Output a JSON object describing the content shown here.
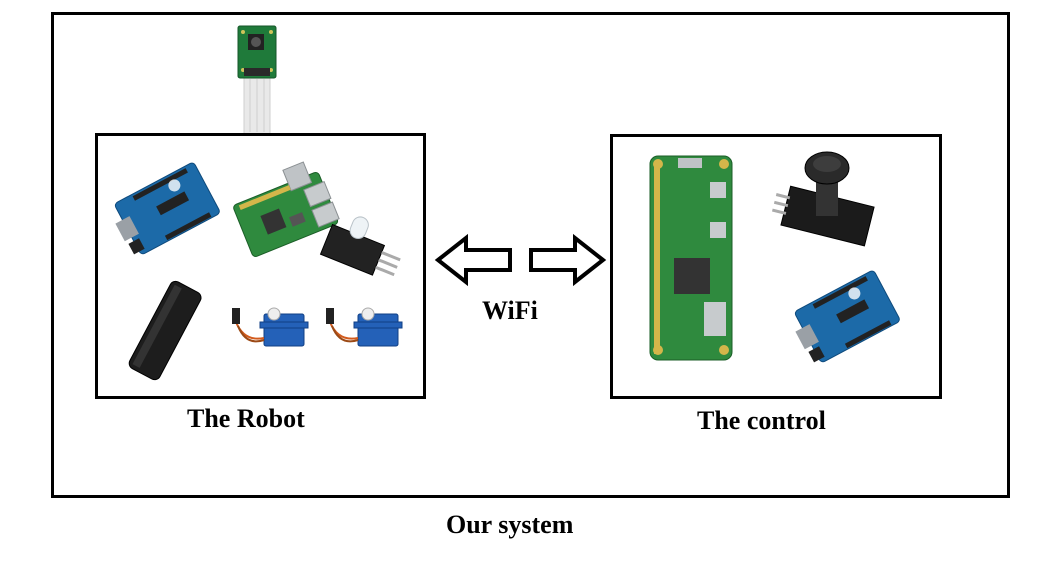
{
  "diagram": {
    "robot_label": "The Robot",
    "control_label": "The control",
    "link_label": "WiFi",
    "system_label": "Our system",
    "robot_components": [
      "camera-module",
      "arduino-uno-board",
      "raspberry-pi-board",
      "led-module",
      "power-bank",
      "servo-motor",
      "servo-motor"
    ],
    "control_components": [
      "raspberry-pi-zero-board",
      "joystick-module",
      "arduino-uno-board"
    ]
  }
}
